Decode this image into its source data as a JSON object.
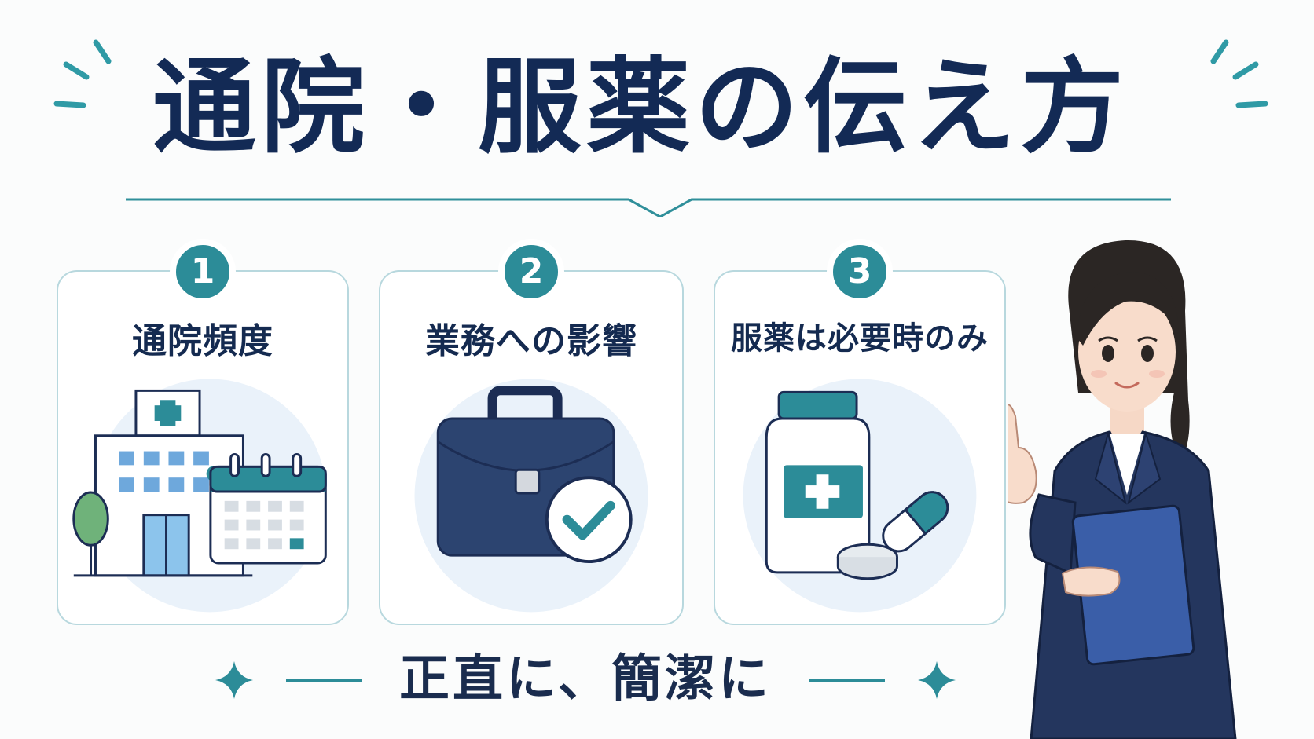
{
  "title": "通院・服薬の伝え方",
  "cards": [
    {
      "number": "1",
      "label": "通院頻度",
      "icon": "hospital-calendar-icon"
    },
    {
      "number": "2",
      "label": "業務への影響",
      "icon": "briefcase-check-icon"
    },
    {
      "number": "3",
      "label": "服薬は必要時のみ",
      "icon": "medicine-bottle-icon"
    }
  ],
  "footer": "正直に、簡潔に",
  "colors": {
    "navy": "#132a55",
    "teal": "#2c8c98",
    "card_border": "#b8d8de",
    "icon_bg": "#eaf2fa"
  },
  "illustration": "businesswoman-pointing"
}
